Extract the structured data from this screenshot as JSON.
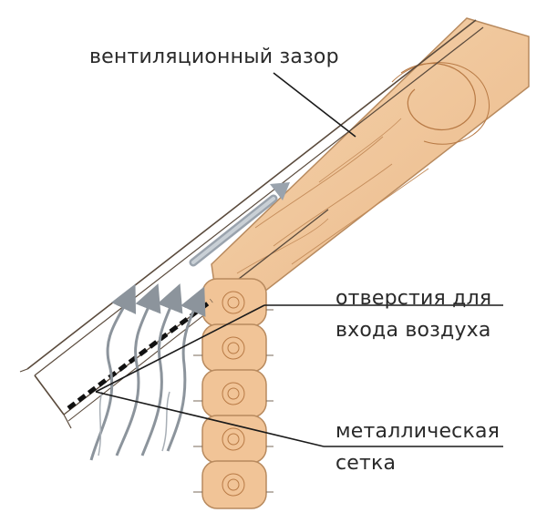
{
  "labels": {
    "ventilation_gap": "вентиляционный зазор",
    "air_inlet_line1": "отверстия для",
    "air_inlet_line2": "входа воздуха",
    "metal_mesh_line1": "металлическая",
    "metal_mesh_line2": "сетка"
  },
  "colors": {
    "wood": "#f2c89a",
    "wood_dark": "#d9a06a",
    "grain": "#b87a45",
    "pencil": "#5a4a3c",
    "air_arrow": "#9aa3ad",
    "mesh": "#111111"
  }
}
